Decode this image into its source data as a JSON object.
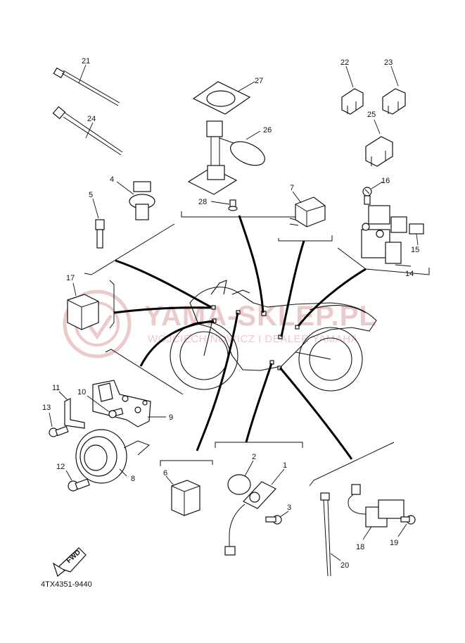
{
  "diagram": {
    "code": "4TX4351-9440",
    "fwd": "FWD",
    "part_numbers": [
      "1",
      "2",
      "3",
      "4",
      "5",
      "6",
      "7",
      "8",
      "9",
      "10",
      "11",
      "12",
      "13",
      "14",
      "15",
      "16",
      "17",
      "18",
      "19",
      "20",
      "21",
      "22",
      "23",
      "24",
      "25",
      "26",
      "27",
      "28"
    ]
  },
  "watermark": {
    "title": "YAMA-SKLEP.PL",
    "subtitle": "WOJCIECH NOWICZ I DEALER YAMAHA",
    "color": "#d9a0a0"
  }
}
